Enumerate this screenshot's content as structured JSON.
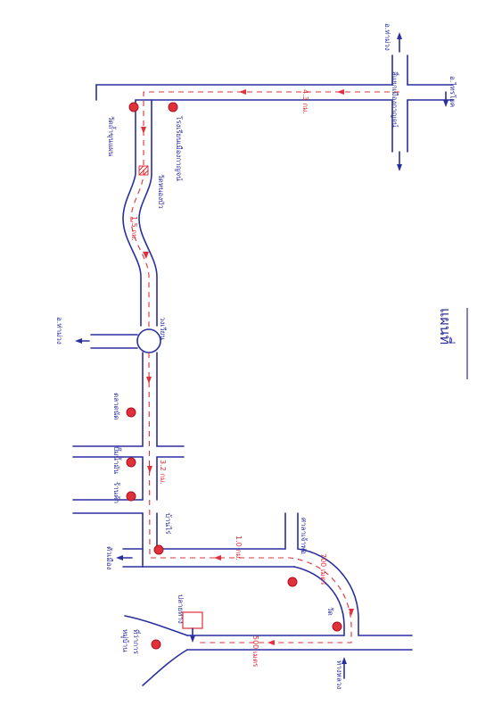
{
  "map": {
    "legend_title": "แผนที่",
    "distances": {
      "top_road": "4.3 กม.",
      "curve_road": "1.5 กม.",
      "middle_road": "3.2 กม.",
      "lower_road": "1.0 กม.",
      "bottom_road": "500 เมตร",
      "curve_bend": "700 เมตร"
    },
    "landmarks": {
      "top_junction": "สี่แยกเมืองกาญจน์",
      "top_left_dir": "อ.ท่าม่วง",
      "top_right_dir": "อ.ไทรโยค",
      "school_pin": "โรงเรียนเมืองกาญจน์",
      "top_left_pin": "วัดถ้ำขุนแผน",
      "temple_pin": "วัดหนองบัว",
      "roundabout": "วงเวียน",
      "roundabout_dir": "อ.ท่าม่วง",
      "market_pin": "ตลาดนัด",
      "gas_pin": "ปั๊มน้ำมัน",
      "shop_pin": "ร้านค้า",
      "left_end": "ตัวเมือง",
      "corner_pin": "บ้านไร่",
      "curve_pin": "ศาลาเจ้าพ่อ",
      "bottom_pin": "วัด",
      "destination": "ปลายทาง",
      "right_end": "ทางหลวง",
      "bottom_left_pin": "ที่ว่าการ",
      "bottom_left_dir": "หมู่บ้าน"
    }
  }
}
